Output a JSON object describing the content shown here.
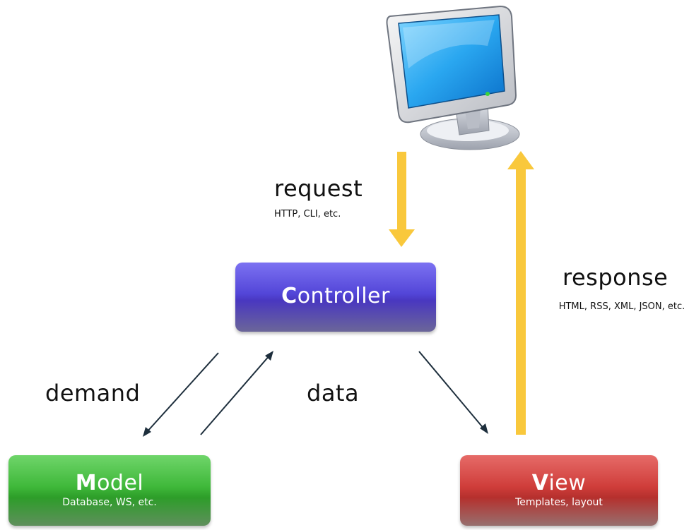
{
  "request": {
    "label": "request",
    "detail": "HTTP, CLI, etc."
  },
  "response": {
    "label": "response",
    "detail": "HTML, RSS, XML, JSON, etc."
  },
  "controller": {
    "initial": "C",
    "rest": "ontroller"
  },
  "model": {
    "initial": "M",
    "rest": "odel",
    "detail": "Database, WS, etc."
  },
  "view": {
    "initial": "V",
    "rest": "iew",
    "detail": "Templates, layout"
  },
  "edges": {
    "demand": "demand",
    "data": "data"
  },
  "colors": {
    "arrow_yellow": "#f9c83c",
    "arrow_dark": "#1d2e3c",
    "controller": "#5346d8",
    "model": "#3fb83a",
    "view": "#cf3d3a"
  },
  "icons": {
    "computer": "desktop-monitor-icon"
  }
}
